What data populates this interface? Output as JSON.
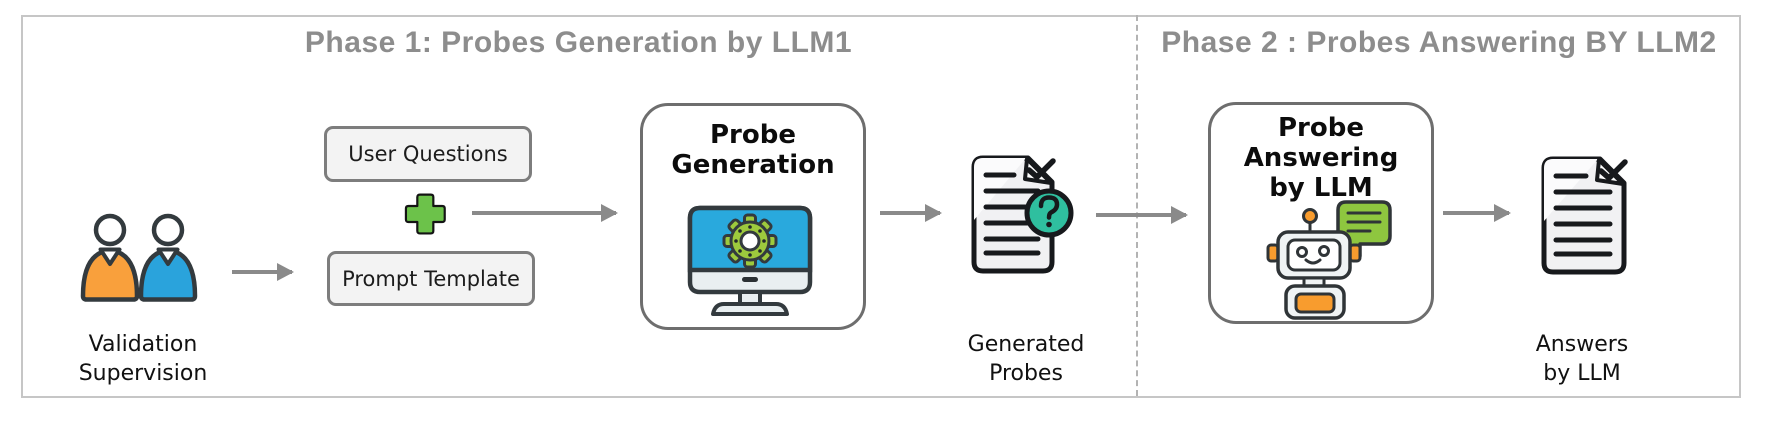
{
  "colors": {
    "title_gray": "#8d8d8d",
    "arrow_gray": "#8a8a8a",
    "outline_dark": "#333a3e",
    "doc_dark": "#17191c",
    "person_orange": "#f9a03c",
    "person_blue": "#2aa3dc",
    "plus_green": "#6cc24a",
    "screen_blue": "#29a9dd",
    "gear_green": "#9dc93d",
    "question_teal": "#2fbf9f",
    "bubble_green": "#8ec63f",
    "robot_orange": "#f89c2e"
  },
  "header": {
    "phase1_title": "Phase 1: Probes Generation by LLM1",
    "phase2_title": "Phase 2 : Probes Answering BY LLM2"
  },
  "phase1": {
    "validation": {
      "lines": [
        "Validation",
        "Supervision"
      ]
    },
    "user_questions": "User Questions",
    "plus_icon": "plus",
    "prompt_template": "Prompt Template",
    "probe_generation": {
      "lines": [
        "Probe",
        "Generation"
      ]
    },
    "generated_probes": {
      "lines": [
        "Generated",
        "Probes"
      ]
    }
  },
  "phase2": {
    "probe_answering": {
      "lines": [
        "Probe",
        "Answering",
        "by LLM"
      ]
    },
    "answers": {
      "lines": [
        "Answers",
        "by LLM"
      ]
    }
  }
}
